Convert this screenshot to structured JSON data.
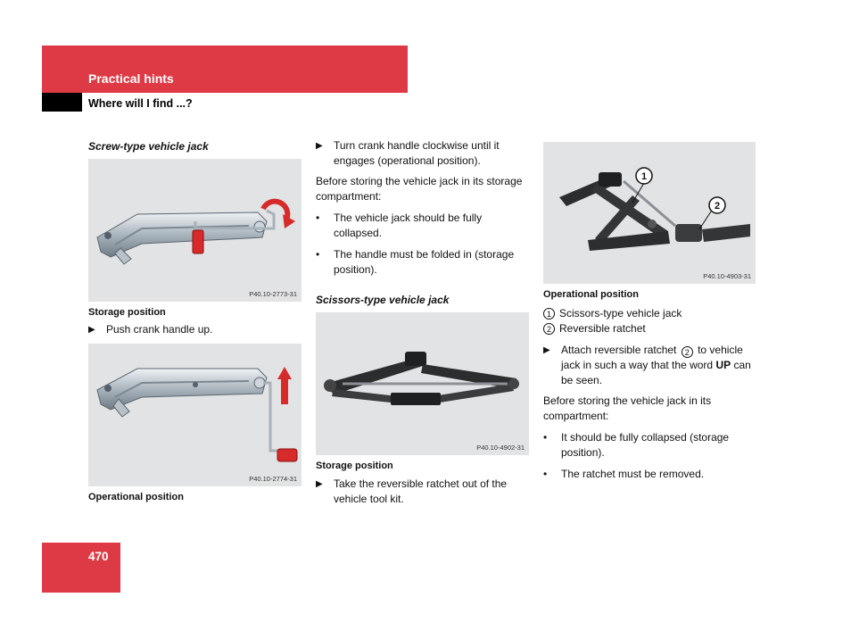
{
  "header": {
    "title": "Practical hints",
    "subtitle": "Where will I find ...?"
  },
  "page_number": "470",
  "col1": {
    "title": "Screw-type vehicle jack",
    "fig1": {
      "code": "P40.10-2773-31",
      "caption": "Storage position"
    },
    "step1": "Push crank handle up.",
    "fig2": {
      "code": "P40.10-2774-31",
      "caption": "Operational position"
    }
  },
  "col2": {
    "step1": "Turn crank handle clockwise until it engages (operational position).",
    "para1": "Before storing the vehicle jack in its storage compartment:",
    "bullets": [
      "The vehicle jack should be fully collapsed.",
      "The handle must be folded in (storage position)."
    ],
    "title": "Scissors-type vehicle jack",
    "fig": {
      "code": "P40.10-4902-31",
      "caption": "Storage position"
    },
    "step2": "Take the reversible ratchet out of the vehicle tool kit."
  },
  "col3": {
    "fig": {
      "code": "P40.10-4903-31",
      "caption": "Operational position",
      "label1": "1",
      "label2": "2"
    },
    "legend": [
      {
        "num": "1",
        "text": "Scissors-type vehicle jack"
      },
      {
        "num": "2",
        "text": "Reversible ratchet"
      }
    ],
    "step": {
      "pre": "Attach reversible ratchet",
      "num": "2",
      "mid": "to vehicle jack in such a way that the word",
      "bold": "UP",
      "post": "can be seen."
    },
    "para": "Before storing the vehicle jack in its compartment:",
    "bullets": [
      "It should be fully collapsed (storage position).",
      "The ratchet must be removed."
    ]
  },
  "colors": {
    "brand_red": "#de3a45",
    "figure_bg": "#e2e3e4"
  }
}
